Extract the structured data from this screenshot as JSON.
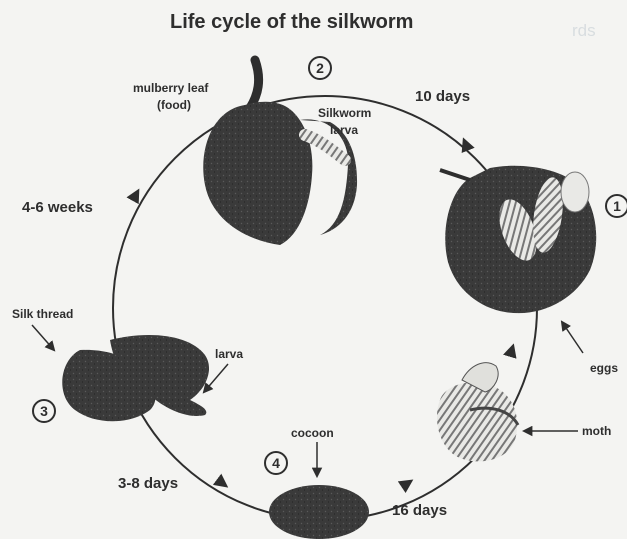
{
  "title": "Life cycle of the silkworm",
  "stages": [
    {
      "number": "1",
      "label": "eggs"
    },
    {
      "number": "2",
      "label": "Silkworm larva",
      "food": "mulberry leaf (food)"
    },
    {
      "number": "3",
      "label": "larva",
      "thread": "Silk thread"
    },
    {
      "number": "4",
      "label": "cocoon"
    },
    {
      "label": "moth"
    }
  ],
  "durations": {
    "eggs_to_larva": "10 days",
    "larva_feeding": "4-6 weeks",
    "spinning": "3-8 days",
    "cocoon_to_moth": "16 days"
  },
  "labels": {
    "mulberry_line1": "mulberry leaf",
    "mulberry_line2": "(food)",
    "silkworm_line1": "Silkworm",
    "silkworm_line2": "larva",
    "ghost_text": "rds"
  },
  "colors": {
    "ink": "#2e2e2e",
    "paper": "#f4f4f2",
    "dark_fill": "#3a3a3a"
  }
}
